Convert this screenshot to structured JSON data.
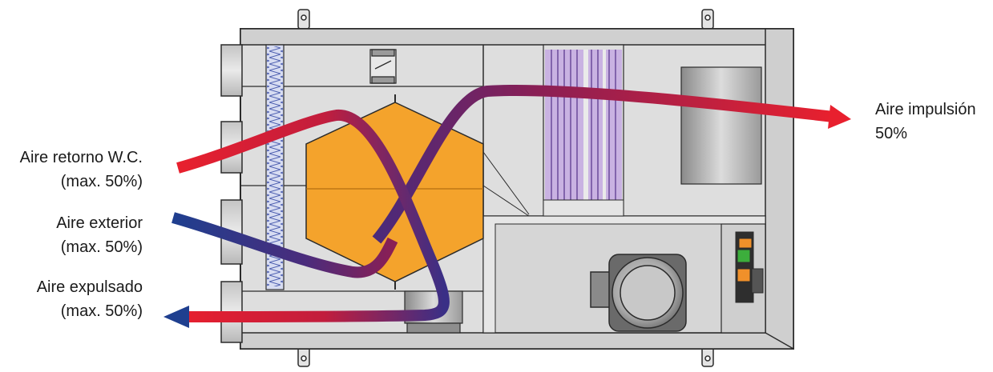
{
  "labels": {
    "retorno": {
      "line1": "Aire retorno W.C.",
      "line2": "(max. 50%)"
    },
    "exterior": {
      "line1": "Aire exterior",
      "line2": "(max. 50%)"
    },
    "expulsado": {
      "line1": "Aire expulsado",
      "line2": "(max. 50%)"
    },
    "impulsion": {
      "line1": "Aire impulsión",
      "line2": "50%"
    }
  },
  "colors": {
    "casing": "#d9d9d9",
    "casing_dark": "#bdbdbd",
    "outline": "#2b2b2b",
    "exchanger": "#f4a32c",
    "filter": "#b9a0d8",
    "warm_air": "#e8202e",
    "cold_air": "#1f3f8f",
    "mixed_air": "#7a1f5c"
  }
}
